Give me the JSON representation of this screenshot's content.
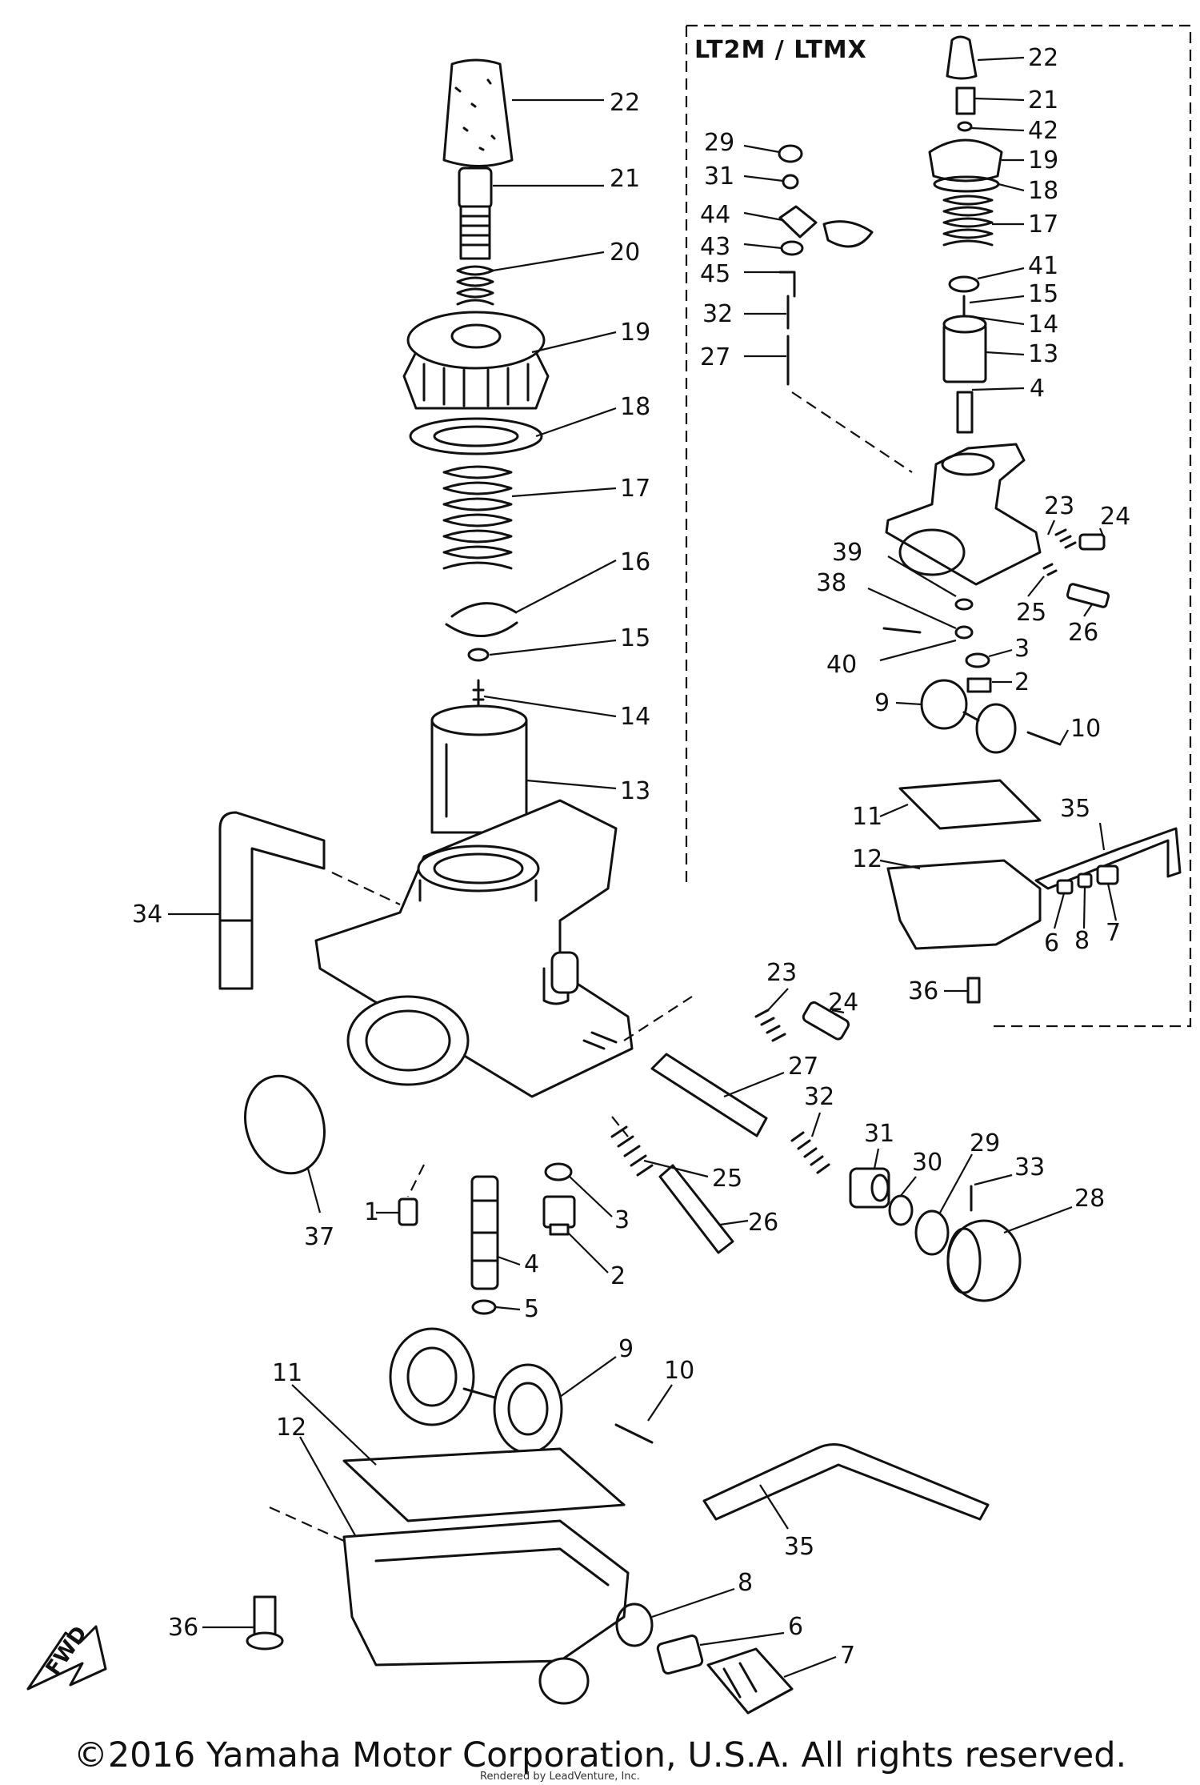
{
  "inset": {
    "title": "LT2M / LTMX"
  },
  "fwd_label": "FWD",
  "footer": {
    "copyright": "©2016 Yamaha Motor Corporation, U.S.A. All rights reserved.",
    "render_credit": "Rendered by LeadVenture, Inc."
  },
  "main_callouts": [
    "22",
    "21",
    "20",
    "19",
    "18",
    "17",
    "16",
    "15",
    "14",
    "13",
    "34",
    "23",
    "24",
    "27",
    "32",
    "31",
    "30",
    "29",
    "33",
    "28",
    "37",
    "1",
    "25",
    "3",
    "26",
    "4",
    "2",
    "5",
    "9",
    "10",
    "11",
    "12",
    "35",
    "8",
    "6",
    "36",
    "7"
  ],
  "inset_callouts": [
    "22",
    "21",
    "42",
    "19",
    "18",
    "17",
    "41",
    "15",
    "14",
    "13",
    "4",
    "29",
    "31",
    "44",
    "43",
    "45",
    "32",
    "27",
    "23",
    "24",
    "39",
    "38",
    "25",
    "26",
    "40",
    "3",
    "2",
    "9",
    "10",
    "11",
    "35",
    "12",
    "6",
    "8",
    "7",
    "36"
  ]
}
